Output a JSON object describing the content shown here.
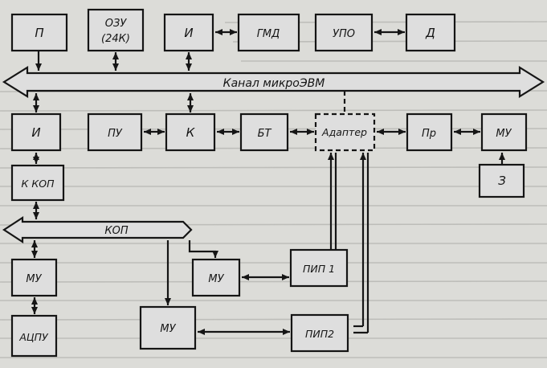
{
  "diagram": {
    "blocks": {
      "p": "П",
      "ozu_line1": "ОЗУ",
      "ozu_line2": "(24К)",
      "i_top": "И",
      "gmd": "ГМД",
      "upo": "УПО",
      "d": "Д",
      "i_mid": "И",
      "pu": "ПУ",
      "k": "К",
      "bt": "БТ",
      "adapter": "Адаптер",
      "pr": "Пр",
      "mu_right": "МУ",
      "z": "З",
      "k_kop": "К КОП",
      "mu_left": "МУ",
      "mu_center": "МУ",
      "pip1": "ПИП 1",
      "atspu": "АЦПУ",
      "mu_bottom": "МУ",
      "pip2": "ПИП2"
    },
    "buses": {
      "main_bus": "Канал микроЭВМ",
      "kop_bus": "КОП"
    }
  },
  "colors": {
    "ink": "#151515",
    "paper": "#dcdcd8",
    "block_fill": "#dedede",
    "background_text": "#b9b9b5"
  }
}
